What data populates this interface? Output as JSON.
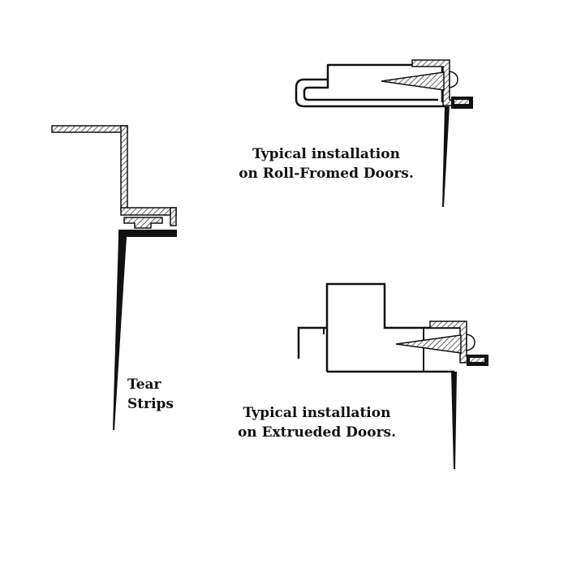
{
  "labels": {
    "tear_line1": "Tear",
    "tear_line2": "Strips",
    "roll_line1": "Typical installation",
    "roll_line2": "on Roll-Fromed Doors.",
    "extr_line1": "Typical installation",
    "extr_line2": "on Extrueded Doors."
  },
  "colors": {
    "ink": "#111111",
    "background": "#ffffff",
    "hatch": "#222222"
  }
}
